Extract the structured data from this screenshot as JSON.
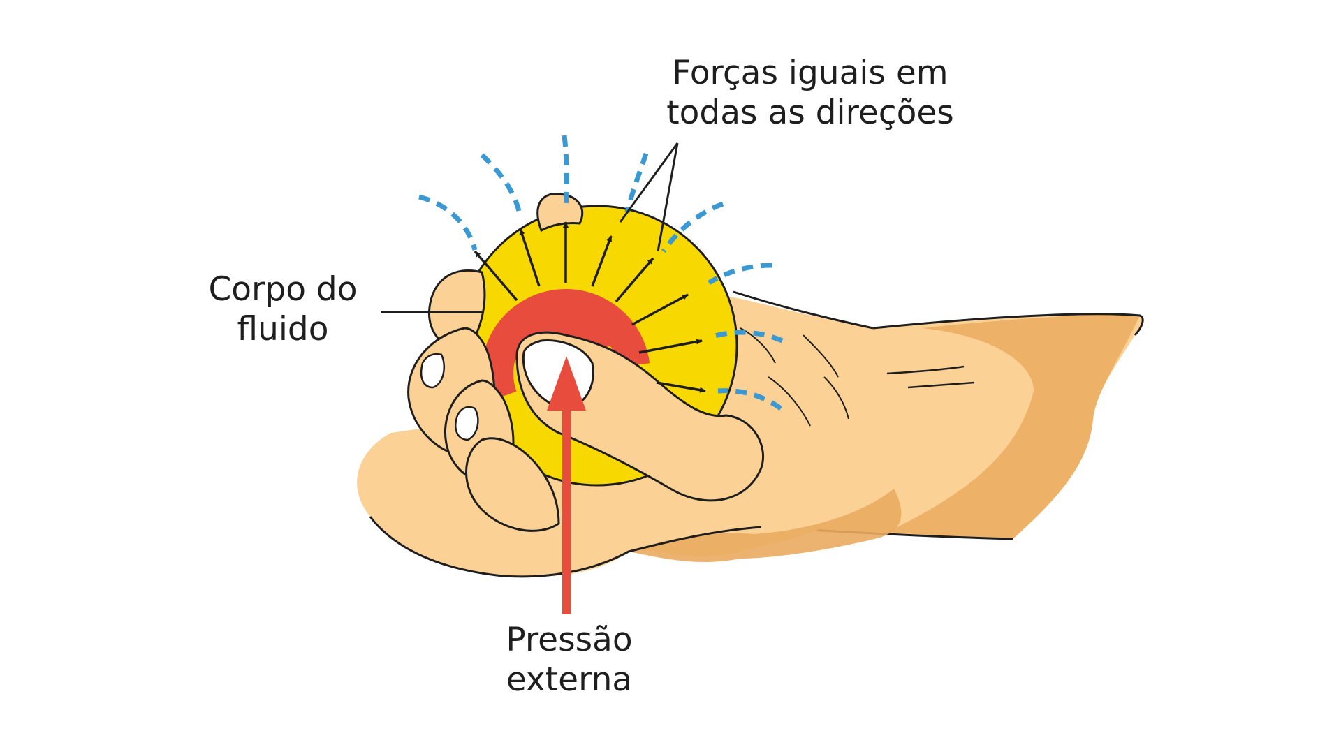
{
  "labels": {
    "forces": {
      "line1": "Forças iguais em",
      "line2": "todas as direções"
    },
    "fluid_body": {
      "line1": "Corpo do",
      "line2": "fluido"
    },
    "external_pressure": {
      "line1": "Pressão",
      "line2": "externa"
    }
  },
  "colors": {
    "fluid_ball": "#f7d800",
    "pressure_ring": "#e84c3d",
    "pressure_arrow": "#e84c3d",
    "force_arrows": "#1e1e1e",
    "pressure_waves": "#3a98d3",
    "skin_light": "#fcd195",
    "skin_shadow": "#eaab60",
    "outline": "#1e1e1e",
    "nail": "#ffffff"
  },
  "icons": [
    "hand-squeezing-ball",
    "force-arrow",
    "dashed-wave"
  ]
}
